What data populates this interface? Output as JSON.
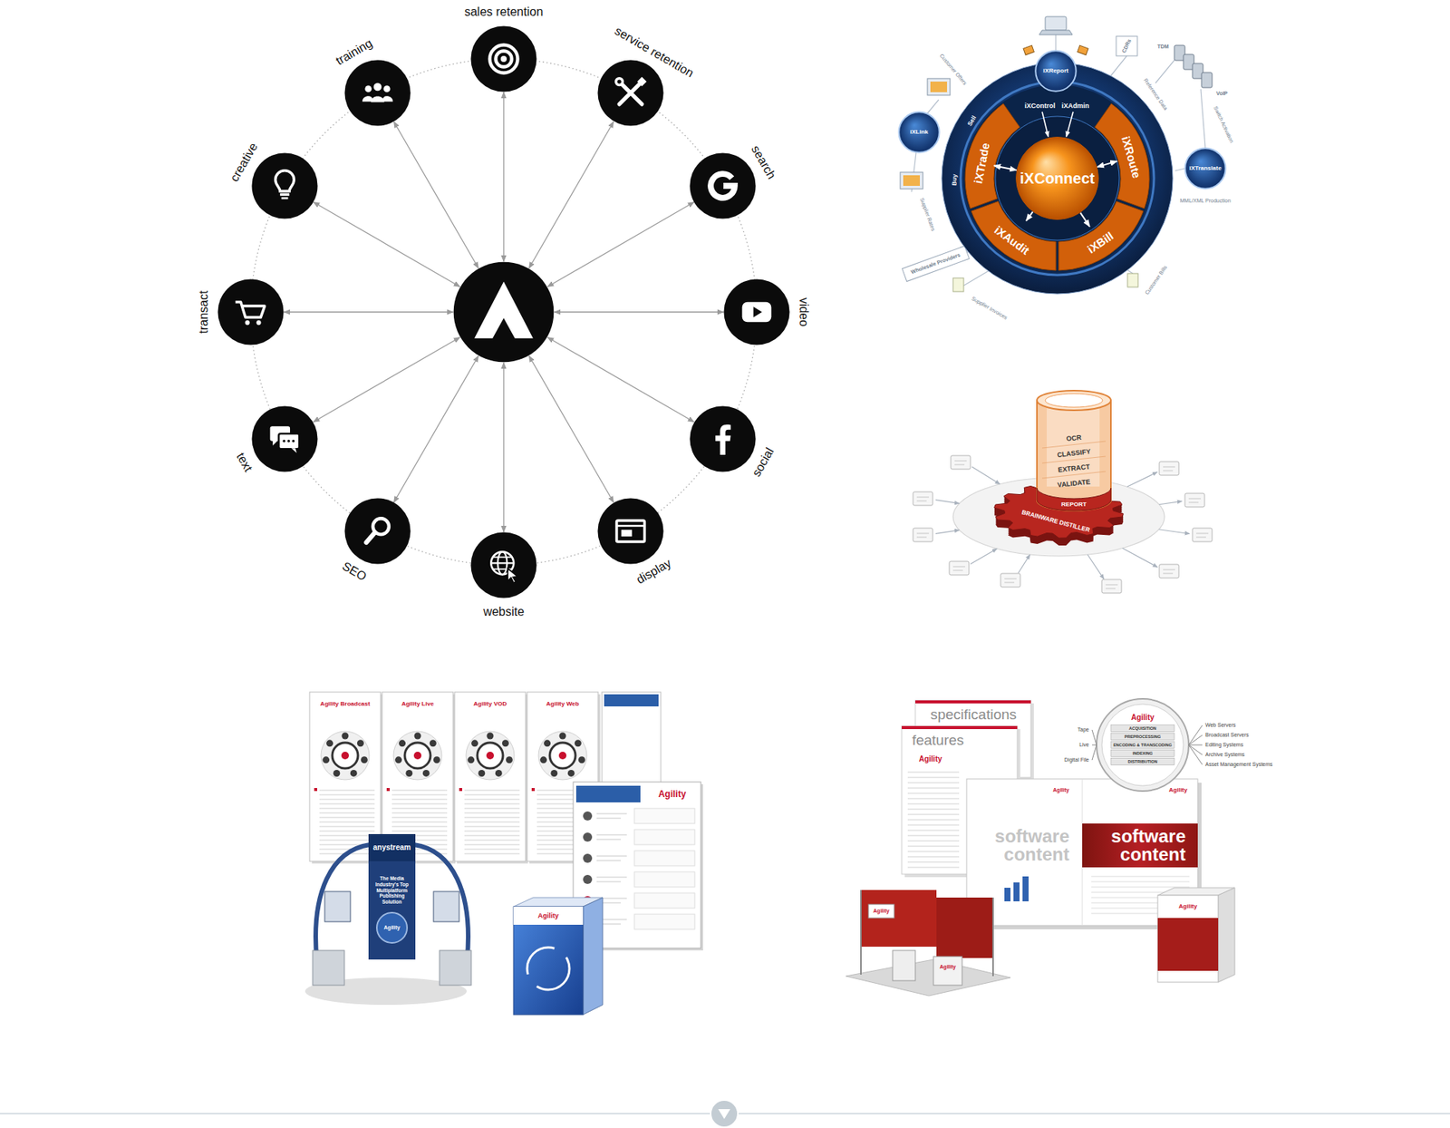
{
  "diagram": {
    "nodes": [
      {
        "text": []
      },
      {
        "text": [
          "sales retention"
        ]
      },
      {
        "text": [
          "service retention"
        ]
      },
      {
        "text": [
          "search"
        ]
      },
      {
        "text": [
          "video"
        ]
      },
      {
        "text": [
          "social"
        ]
      },
      {
        "text": [
          "display"
        ]
      },
      {
        "text": [
          "website"
        ]
      },
      {
        "text": [
          "SEO"
        ]
      },
      {
        "text": [
          "text"
        ]
      },
      {
        "text": [
          "transact"
        ]
      },
      {
        "text": [
          "creative"
        ]
      },
      {
        "text": [
          "training"
        ]
      },
      {
        "text": [
          "iXConnect"
        ]
      },
      {
        "text": [
          "iXTrade"
        ]
      },
      {
        "text": [
          "iXRoute"
        ]
      },
      {
        "text": [
          "iXAudit"
        ]
      },
      {
        "text": [
          "iXBill"
        ]
      },
      {
        "text": [
          "iXReport"
        ]
      },
      {
        "text": [
          "iXLink"
        ]
      },
      {
        "text": [
          "iXTranslate"
        ]
      }
    ],
    "edges": [
      {
        "from": 0,
        "to": 1,
        "arrow": "both"
      },
      {
        "from": 0,
        "to": 2,
        "arrow": "both"
      },
      {
        "from": 0,
        "to": 3,
        "arrow": "both"
      },
      {
        "from": 0,
        "to": 4,
        "arrow": "both"
      },
      {
        "from": 0,
        "to": 5,
        "arrow": "both"
      },
      {
        "from": 0,
        "to": 6,
        "arrow": "both"
      },
      {
        "from": 0,
        "to": 7,
        "arrow": "both"
      },
      {
        "from": 0,
        "to": 8,
        "arrow": "both"
      },
      {
        "from": 0,
        "to": 9,
        "arrow": "both"
      },
      {
        "from": 0,
        "to": 10,
        "arrow": "both"
      },
      {
        "from": 0,
        "to": 11,
        "arrow": "both"
      },
      {
        "from": 0,
        "to": 12,
        "arrow": "both"
      },
      {
        "from": 13,
        "to": 14,
        "arrow": "both"
      },
      {
        "from": 13,
        "to": 15,
        "arrow": "both"
      },
      {
        "from": 13,
        "to": 16,
        "arrow": "to"
      },
      {
        "from": 13,
        "to": 17,
        "arrow": "to"
      }
    ],
    "labels": [
      "iXControl",
      "iXAdmin",
      "Sell",
      "Buy",
      "Customer Offers",
      "CDRs",
      "Reference Data",
      "TDM",
      "VoIP",
      "Switch Activation",
      "MML/XML Production",
      "Customer Bills",
      "Supplier Invoices",
      "Wholesale Providers",
      "Supplier Rates",
      "OCR",
      "CLASSIFY",
      "EXTRACT",
      "VALIDATE",
      "REPORT",
      "BRAINWARE DISTILLER",
      "Agility Broadcast",
      "Agility Live",
      "Agility VOD",
      "Agility Web",
      "Agility",
      "anystream",
      "The Media Industry's Top Multiplatform Publishing Solution",
      "Agility",
      "Agility",
      "specifications",
      "features",
      "Agility",
      "software content",
      "Agility",
      "software content",
      "Agility",
      "Agility",
      "ACQUISITION",
      "PREPROCESSING",
      "ENCODING & TRANSCODING",
      "INDEXING",
      "DISTRIBUTION",
      "Tape",
      "Live",
      "Digital File",
      "Web Servers",
      "Broadcast Servers",
      "Editing Systems",
      "Archive Systems",
      "Asset Management Systems",
      "Agility",
      "Agility",
      "Agility"
    ]
  }
}
